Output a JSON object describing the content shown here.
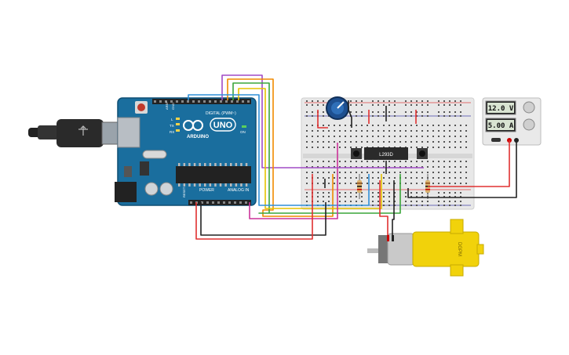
{
  "arduino": {
    "logo_text": "UNO",
    "brand": "ARDUINO",
    "digital_header": "DIGITAL (PWM~)",
    "power_label": "POWER",
    "analog_label": "ANALOG IN",
    "on_label": "ON",
    "tx_label": "TX",
    "rx_label": "RX",
    "l_label": "L",
    "aref_label": "AREF",
    "gnd_label": "GND",
    "reset_label": "RESET"
  },
  "motor_driver": {
    "label": "L293D"
  },
  "power_supply": {
    "voltage": "12.0 V",
    "current": "5.00 A"
  },
  "motor": {
    "label": "DGPM"
  },
  "colors": {
    "board": "#1a6e9e",
    "breadboard": "#e8e8e8",
    "motor_yellow": "#f1d20b",
    "wire_red": "#e03030",
    "wire_black": "#222222",
    "wire_orange": "#f08a00",
    "wire_green": "#3aa53a",
    "wire_purple": "#a14bc6",
    "wire_blue": "#2f8fd8",
    "wire_magenta": "#cc3399"
  }
}
